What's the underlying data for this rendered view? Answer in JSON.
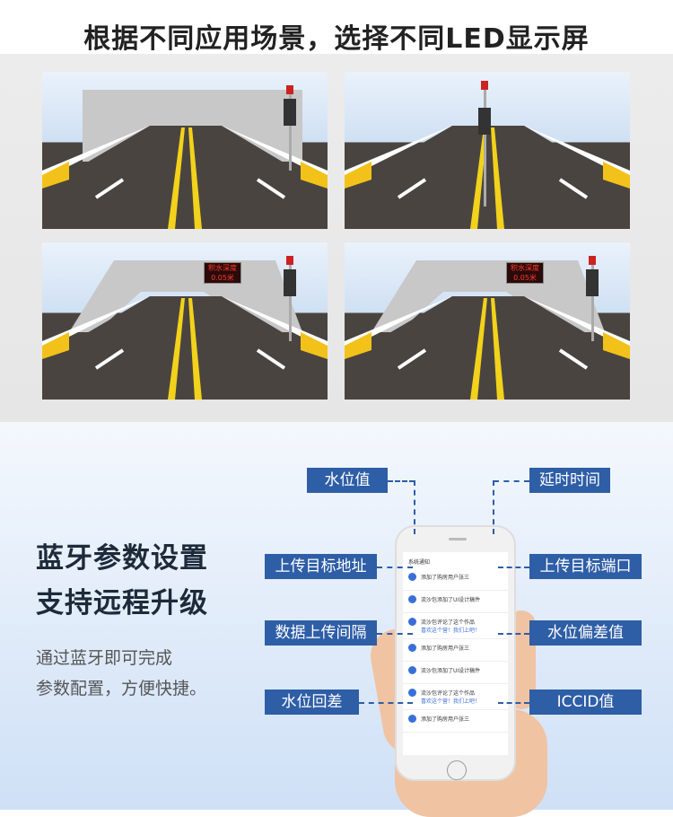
{
  "title": "根据不同应用场景，选择不同LED显示屏",
  "scenes": [
    {
      "type": "gantry-with-pole"
    },
    {
      "type": "pole"
    },
    {
      "type": "gantry-led",
      "led_text": [
        "积水深度",
        "0.05米"
      ]
    },
    {
      "type": "gantry-led",
      "led_text": [
        "积水深度",
        "0.05米"
      ]
    }
  ],
  "section": {
    "heading1": "蓝牙参数设置",
    "heading2": "支持远程升级",
    "desc1": "通过蓝牙即可完成",
    "desc2": "参数配置，方便快捷。"
  },
  "labels": {
    "water_level": "水位值",
    "delay": "延时时间",
    "upload_addr": "上传目标地址",
    "upload_port": "上传目标端口",
    "upload_interval": "数据上传间隔",
    "level_offset": "水位偏差值",
    "level_hysteresis": "水位回差",
    "iccid": "ICCID值"
  },
  "phone": {
    "header": "系统通知",
    "items": [
      {
        "text": "添加了购房用户张三",
        "icon": "user-icon"
      },
      {
        "text": "流沙包添加了UI设计稿件",
        "icon": "check-icon"
      },
      {
        "text": "流沙包评论了这个作品",
        "sub": "喜欢这个营！我们上吧！",
        "icon": "comment-icon"
      },
      {
        "text": "添加了购房用户张三",
        "icon": "user-icon"
      },
      {
        "text": "流沙包添加了UI设计稿件",
        "icon": "check-icon"
      },
      {
        "text": "流沙包评论了这个作品",
        "sub": "喜欢这个营！我们上吧！",
        "icon": "comment-icon"
      },
      {
        "text": "添加了购房用户张三",
        "icon": "user-icon"
      }
    ]
  },
  "colors": {
    "label_bg": "#2e5ea6",
    "accent": "#3a6fd8"
  }
}
